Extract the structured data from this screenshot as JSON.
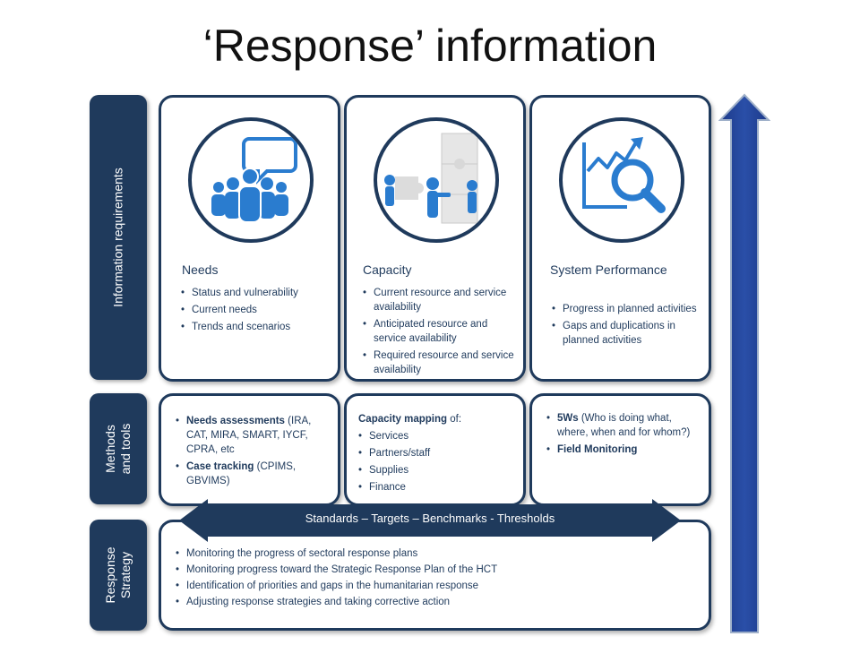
{
  "title": "‘Response’ information",
  "rows": {
    "information_requirements": "Information requirements",
    "methods_tools_line1": "Methods",
    "methods_tools_line2": "and tools",
    "response_strategy_line1": "Response",
    "response_strategy_line2": "Strategy"
  },
  "needs": {
    "heading": "Needs",
    "bullets": [
      "Status and vulnerability",
      "Current needs",
      "Trends and scenarios"
    ],
    "method_bullets": [
      {
        "strong": "Needs assessments",
        "rest": " (IRA, CAT, MIRA, SMART, IYCF, CPRA, etc"
      },
      {
        "strong": "Case tracking",
        "rest": " (CPIMS, GBVIMS)"
      }
    ]
  },
  "capacity": {
    "heading": "Capacity",
    "bullets": [
      "Current resource and service availability",
      "Anticipated resource and service availability",
      "Required resource and service availability"
    ],
    "method_title_strong": "Capacity mapping",
    "method_title_rest": " of:",
    "method_bullets": [
      "Services",
      "Partners/staff",
      "Supplies",
      "Finance"
    ]
  },
  "performance": {
    "heading": "System Performance",
    "bullets": [
      "Progress in planned activities",
      "Gaps and duplications in planned activities"
    ],
    "method_bullets": [
      {
        "strong": "5Ws",
        "rest": " (Who is doing what, where, when and for whom?)"
      },
      {
        "strong": "Field Monitoring",
        "rest": ""
      }
    ]
  },
  "band_text": "Standards – Targets – Benchmarks - Thresholds",
  "strategy_bullets": [
    "Monitoring the progress of sectoral response plans",
    "Monitoring progress toward the Strategic Response Plan of the HCT",
    "Identification of priorities and gaps in the humanitarian response",
    "Adjusting response strategies and taking corrective action"
  ],
  "colors": {
    "navy": "#1f3a5c",
    "icon_blue": "#2a7ccf"
  },
  "icons": [
    "people-speech-icon",
    "puzzle-people-icon",
    "chart-magnifier-icon",
    "up-arrow-icon"
  ]
}
